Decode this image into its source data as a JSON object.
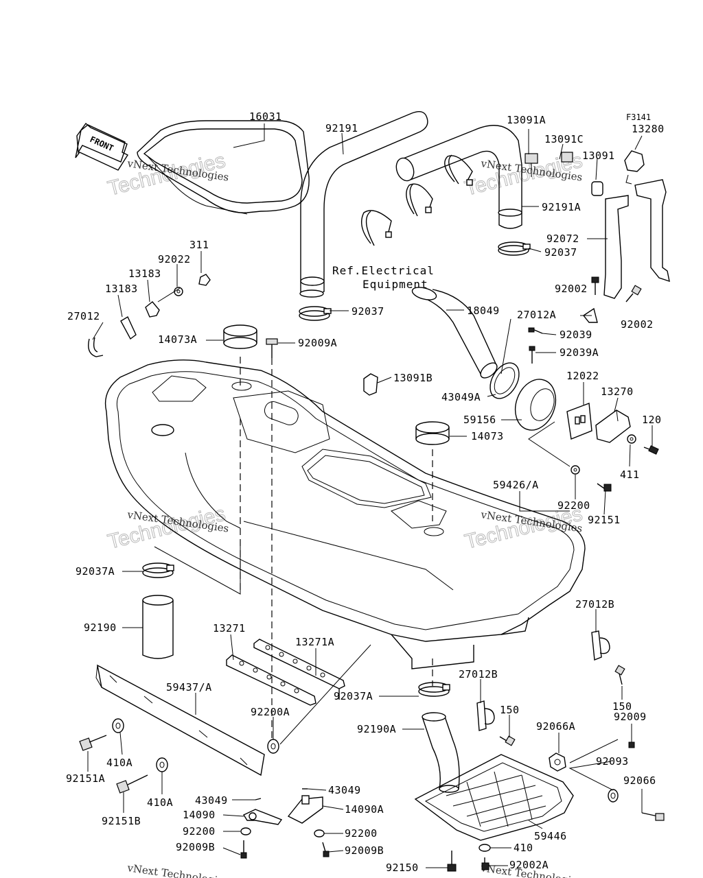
{
  "diagram": {
    "code": "F3141",
    "front_label": "FRONT",
    "ref_note": [
      "Ref.Electrical",
      "Equipment"
    ],
    "watermark_line1": "vNext Technologies",
    "watermark_line2": "Technologies",
    "parts": [
      {
        "label": "16031"
      },
      {
        "label": "92191"
      },
      {
        "label": "13091A"
      },
      {
        "label": "13091C"
      },
      {
        "label": "13091"
      },
      {
        "label": "13280"
      },
      {
        "label": "92191A"
      },
      {
        "label": "92072"
      },
      {
        "label": "92037"
      },
      {
        "label": "92002"
      },
      {
        "label": "27012A"
      },
      {
        "label": "92002"
      },
      {
        "label": "311"
      },
      {
        "label": "92022"
      },
      {
        "label": "13183"
      },
      {
        "label": "13183"
      },
      {
        "label": "27012"
      },
      {
        "label": "92037"
      },
      {
        "label": "18049"
      },
      {
        "label": "92039"
      },
      {
        "label": "92039A"
      },
      {
        "label": "14073A"
      },
      {
        "label": "92009A"
      },
      {
        "label": "13091B"
      },
      {
        "label": "43049A"
      },
      {
        "label": "12022"
      },
      {
        "label": "13270"
      },
      {
        "label": "59156"
      },
      {
        "label": "120"
      },
      {
        "label": "14073"
      },
      {
        "label": "411"
      },
      {
        "label": "59426/A"
      },
      {
        "label": "92200"
      },
      {
        "label": "92151"
      },
      {
        "label": "92037A"
      },
      {
        "label": "92190"
      },
      {
        "label": "27012B"
      },
      {
        "label": "13271"
      },
      {
        "label": "13271A"
      },
      {
        "label": "59437/A"
      },
      {
        "label": "27012B"
      },
      {
        "label": "92037A"
      },
      {
        "label": "150"
      },
      {
        "label": "150"
      },
      {
        "label": "92009"
      },
      {
        "label": "92200A"
      },
      {
        "label": "92190A"
      },
      {
        "label": "92066A"
      },
      {
        "label": "92093"
      },
      {
        "label": "92066"
      },
      {
        "label": "92151A"
      },
      {
        "label": "410A"
      },
      {
        "label": "410A"
      },
      {
        "label": "92151B"
      },
      {
        "label": "43049"
      },
      {
        "label": "43049"
      },
      {
        "label": "14090A"
      },
      {
        "label": "14090"
      },
      {
        "label": "92200"
      },
      {
        "label": "92200"
      },
      {
        "label": "92009B"
      },
      {
        "label": "92009B"
      },
      {
        "label": "59446"
      },
      {
        "label": "410"
      },
      {
        "label": "92150"
      },
      {
        "label": "92002A"
      }
    ]
  }
}
